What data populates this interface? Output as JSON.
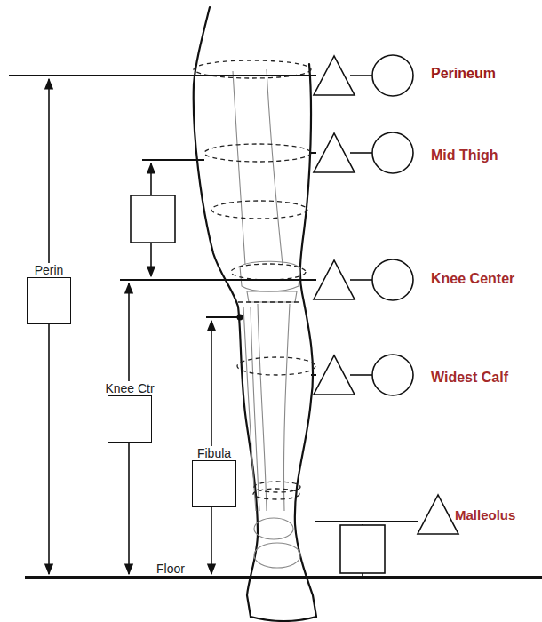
{
  "diagram": {
    "nodes": [
      {
        "text": [
          "Perin"
        ]
      },
      {
        "text": [
          "Knee Ctr"
        ]
      },
      {
        "text": [
          "Fibula"
        ]
      }
    ],
    "labels": [
      "Perineum",
      "Mid Thigh",
      "Knee Center",
      "Widest Calf",
      "Malleolus",
      "Floor"
    ]
  }
}
